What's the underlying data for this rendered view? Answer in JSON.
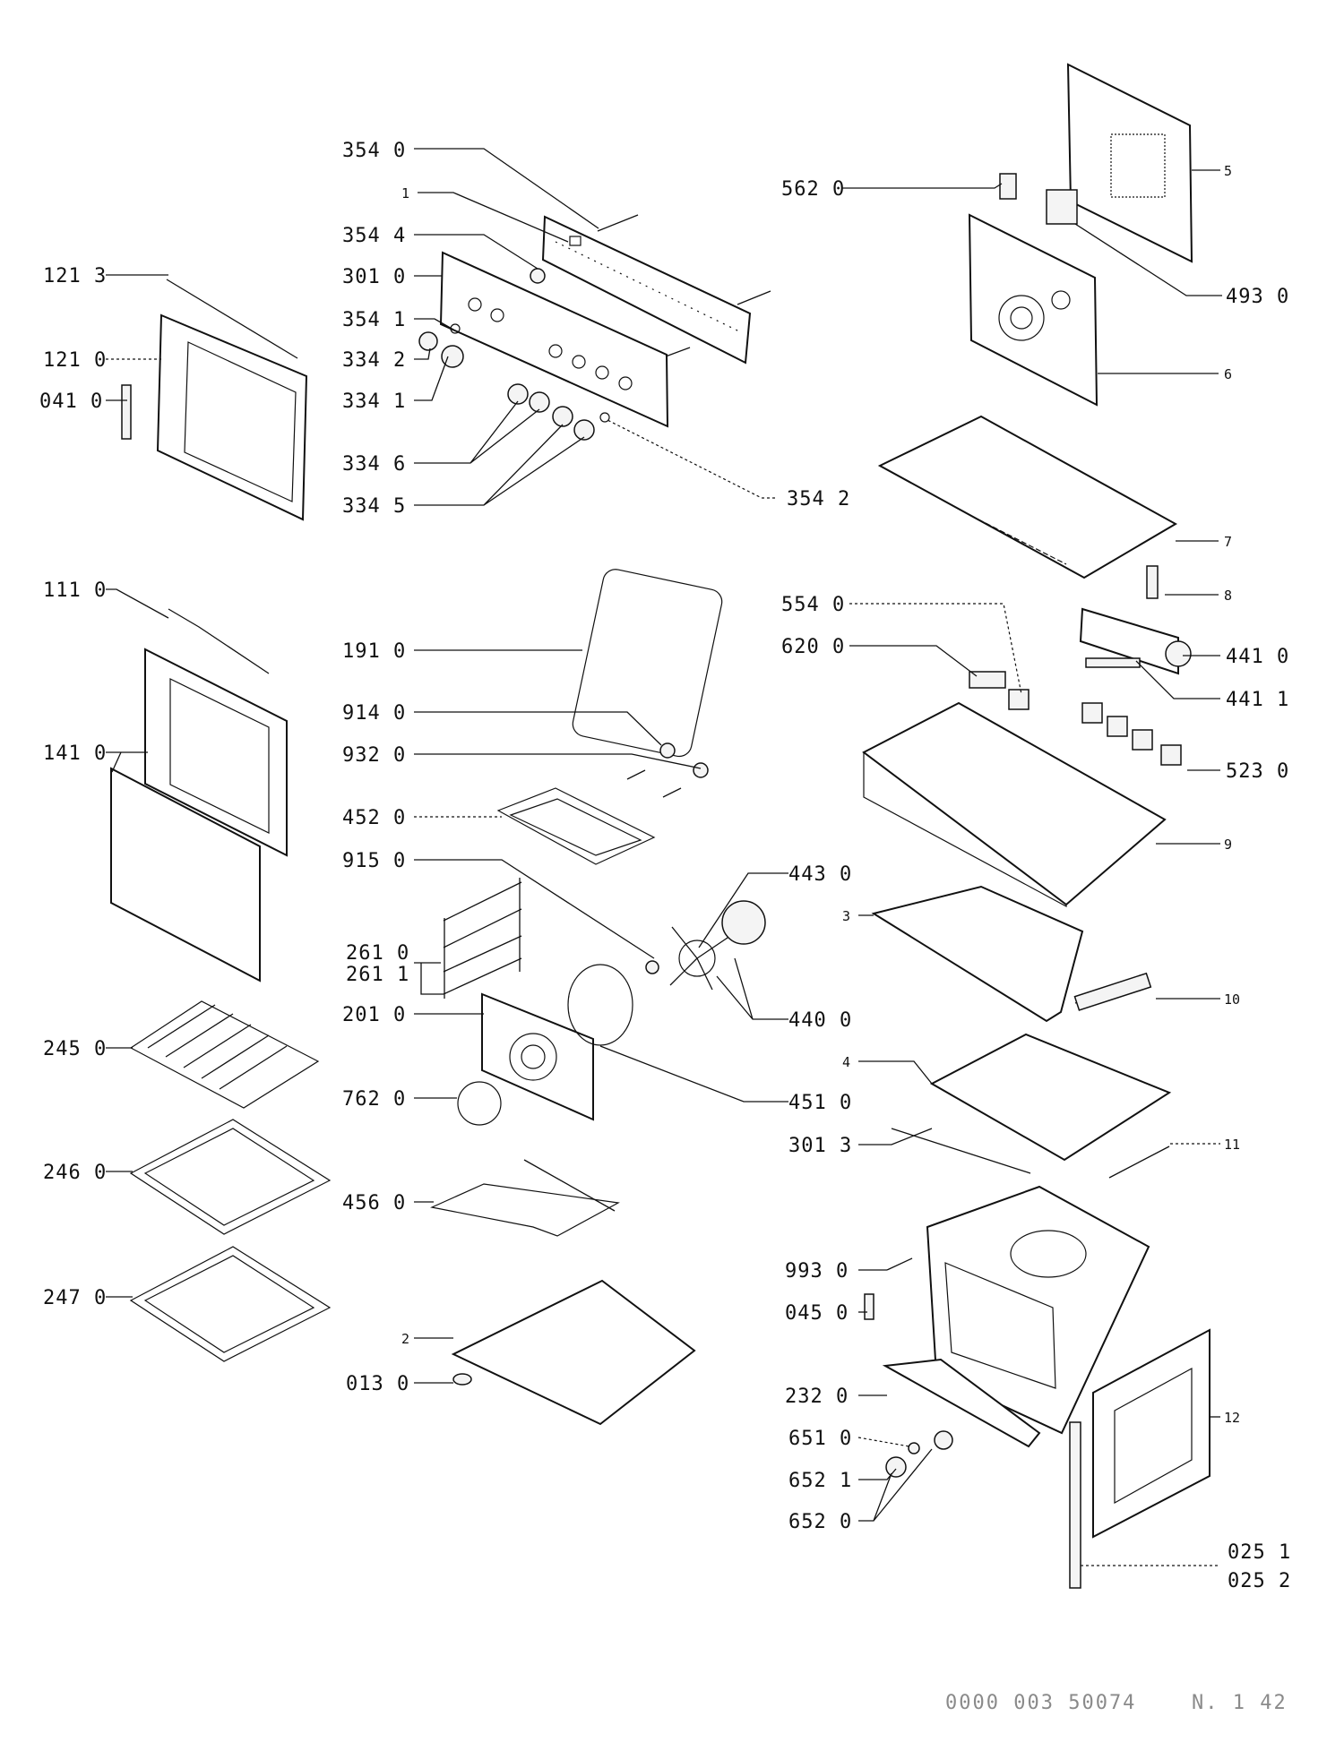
{
  "callouts": {
    "l354_0": "354 0",
    "l1": "1",
    "l354_4": "354 4",
    "l301_0": "301 0",
    "l354_1": "354 1",
    "l334_2": "334 2",
    "l334_1": "334 1",
    "l334_6": "334 6",
    "l334_5": "334 5",
    "l354_2": "354 2",
    "l121_3": "121 3",
    "l121_0": "121 0",
    "l041_0": "041 0",
    "l562_0": "562 0",
    "l5": "5",
    "l493_0": "493 0",
    "l6": "6",
    "l7": "7",
    "l8": "8",
    "l554_0": "554 0",
    "l620_0": "620 0",
    "l441_0": "441 0",
    "l441_1": "441 1",
    "l523_0": "523 0",
    "l9": "9",
    "l111_0": "111 0",
    "l141_0": "141 0",
    "l191_0": "191 0",
    "l914_0": "914 0",
    "l932_0": "932 0",
    "l452_0": "452 0",
    "l915_0": "915 0",
    "l443_0": "443 0",
    "l261_0": "261 0",
    "l261_1": "261 1",
    "l201_0": "201 0",
    "l440_0": "440 0",
    "l3": "3",
    "l10": "10",
    "l245_0": "245 0",
    "l762_0": "762 0",
    "l451_0": "451 0",
    "l4": "4",
    "l301_3": "301 3",
    "l11": "11",
    "l246_0": "246 0",
    "l456_0": "456 0",
    "l247_0": "247 0",
    "l993_0": "993 0",
    "l045_0": "045 0",
    "l2": "2",
    "l013_0": "013 0",
    "l232_0": "232 0",
    "l12": "12",
    "l651_0": "651 0",
    "l652_1": "652 1",
    "l652_0": "652 0",
    "l025_1": "025 1",
    "l025_2": "025 2"
  },
  "footer": {
    "doc_code": "0000 003 50074",
    "page_ref": "N. 1 42"
  }
}
